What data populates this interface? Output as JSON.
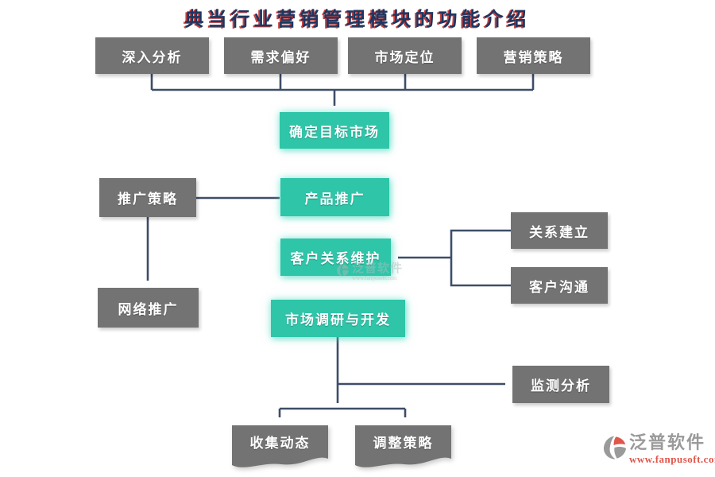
{
  "title": "典当行业营销管理模块的功能介绍",
  "nodes": {
    "deep_analysis": {
      "label": "深入分析",
      "style": "gray"
    },
    "demand_preference": {
      "label": "需求偏好",
      "style": "gray"
    },
    "market_positioning": {
      "label": "市场定位",
      "style": "gray"
    },
    "marketing_strategy": {
      "label": "营销策略",
      "style": "gray"
    },
    "define_target_market": {
      "label": "确定目标市场",
      "style": "teal"
    },
    "promotion_strategy": {
      "label": "推广策略",
      "style": "gray"
    },
    "product_promotion": {
      "label": "产品推广",
      "style": "teal"
    },
    "online_promotion": {
      "label": "网络推广",
      "style": "gray"
    },
    "customer_relationship_maintenance": {
      "label": "客户关系维护",
      "style": "teal"
    },
    "relationship_building": {
      "label": "关系建立",
      "style": "gray"
    },
    "customer_communication": {
      "label": "客户沟通",
      "style": "gray"
    },
    "market_research_development": {
      "label": "市场调研与开发",
      "style": "teal"
    },
    "monitoring_analysis": {
      "label": "监测分析",
      "style": "gray"
    },
    "collect_dynamics": {
      "label": "收集动态",
      "style": "gray-document"
    },
    "adjust_strategy": {
      "label": "调整策略",
      "style": "gray-document"
    }
  },
  "edges": [
    {
      "from": "deep_analysis",
      "to": "define_target_market",
      "arrow": true
    },
    {
      "from": "demand_preference",
      "to": "define_target_market",
      "arrow": true
    },
    {
      "from": "market_positioning",
      "to": "define_target_market",
      "arrow": true
    },
    {
      "from": "marketing_strategy",
      "to": "define_target_market",
      "arrow": true
    },
    {
      "from": "promotion_strategy",
      "to": "product_promotion",
      "arrow": false
    },
    {
      "from": "promotion_strategy",
      "to": "online_promotion",
      "arrow": true
    },
    {
      "from": "relationship_building",
      "to": "customer_relationship_maintenance",
      "arrow": true
    },
    {
      "from": "customer_communication",
      "to": "customer_relationship_maintenance",
      "arrow": true
    },
    {
      "from": "market_research_development",
      "to": "monitoring_analysis",
      "arrow": true
    },
    {
      "from": "market_research_development",
      "to": "collect_dynamics",
      "arrow": true
    },
    {
      "from": "market_research_development",
      "to": "adjust_strategy",
      "arrow": true
    }
  ],
  "watermark": {
    "text": "泛普软件"
  },
  "logo": {
    "name": "泛普软件",
    "url": "www.fanpusoft.com"
  },
  "colors": {
    "teal": "#2EC5A9",
    "gray": "#737373",
    "line": "#3E4E68",
    "title": "#1E3660",
    "title-shadow": "#C02020",
    "logo-gray": "#9A9A9A",
    "logo-red": "#E0564B"
  }
}
